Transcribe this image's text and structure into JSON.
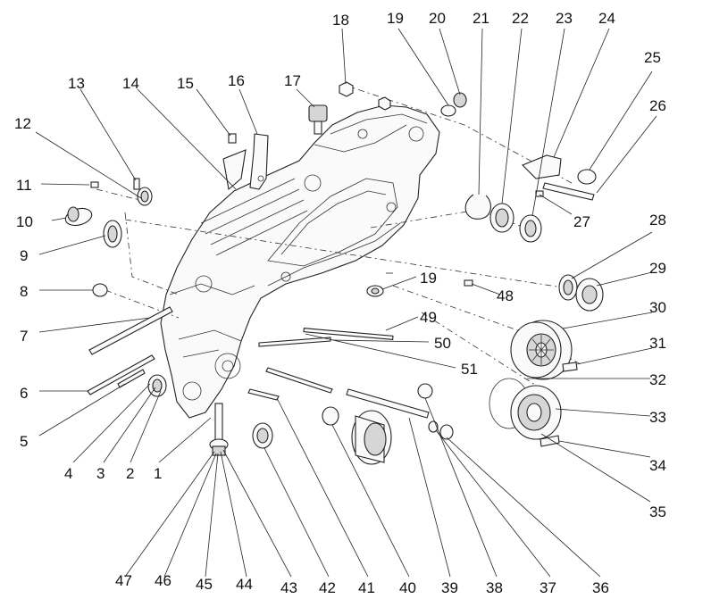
{
  "labels": [
    "1",
    "2",
    "3",
    "4",
    "5",
    "6",
    "7",
    "8",
    "9",
    "10",
    "11",
    "12",
    "13",
    "14",
    "15",
    "16",
    "17",
    "18",
    "19",
    "20",
    "21",
    "22",
    "23",
    "24",
    "25",
    "26",
    "27",
    "28",
    "29",
    "30",
    "31",
    "32",
    "33",
    "34",
    "35",
    "36",
    "37",
    "38",
    "39",
    "40",
    "41",
    "42",
    "43",
    "44",
    "45",
    "46",
    "47",
    "48",
    "49",
    "50",
    "51"
  ],
  "colors": {
    "line": "#222222",
    "background": "#ffffff",
    "shade": "#d6d6d6"
  }
}
